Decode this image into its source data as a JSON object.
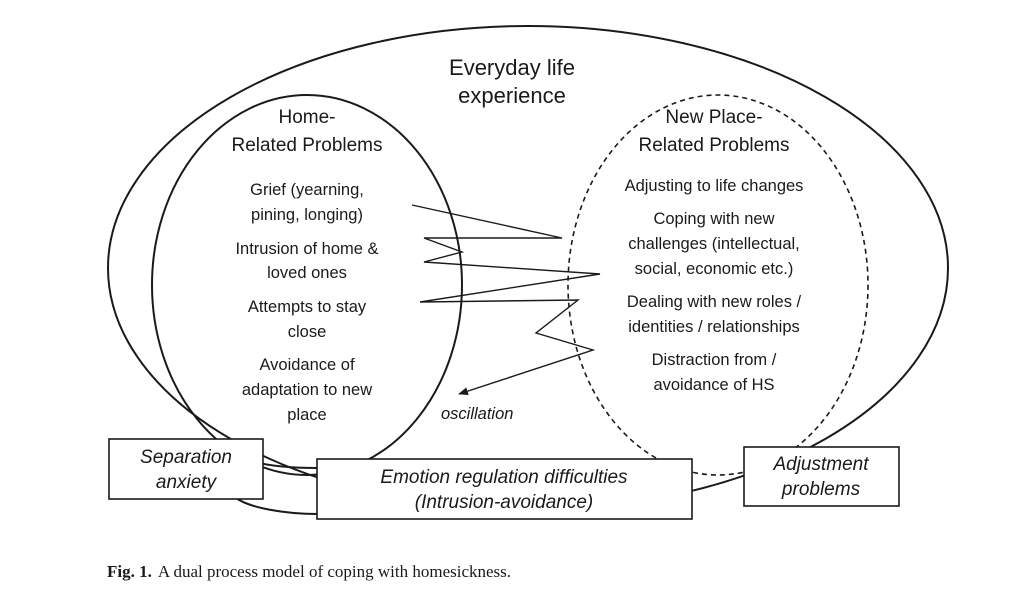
{
  "title_lines": [
    "Everyday life",
    "experience"
  ],
  "home": {
    "heading": [
      "Home-",
      "Related Problems"
    ],
    "items": [
      [
        "Grief  (yearning,",
        "pining, longing)"
      ],
      [
        "Intrusion of home &",
        "loved ones"
      ],
      [
        "Attempts to stay",
        "close"
      ],
      [
        "Avoidance of",
        "adaptation to new",
        "place"
      ]
    ]
  },
  "newplace": {
    "heading": [
      "New Place-",
      "Related Problems"
    ],
    "items": [
      [
        "Adjusting to life changes"
      ],
      [
        "Coping with new",
        "challenges (intellectual,",
        "social, economic etc.)"
      ],
      [
        "Dealing with new roles /",
        "identities / relationships"
      ],
      [
        "Distraction from /",
        "avoidance of HS"
      ]
    ]
  },
  "oscillation_label": "oscillation",
  "boxes": {
    "separation": [
      "Separation",
      "anxiety"
    ],
    "emotion": [
      "Emotion regulation difficulties",
      "(Intrusion-avoidance)"
    ],
    "adjustment": [
      "Adjustment",
      "problems"
    ]
  },
  "caption": {
    "label": "Fig. 1.",
    "text": "A dual process model of coping with homesickness."
  },
  "colors": {
    "stroke": "#1a1a1a",
    "background": "#ffffff"
  }
}
